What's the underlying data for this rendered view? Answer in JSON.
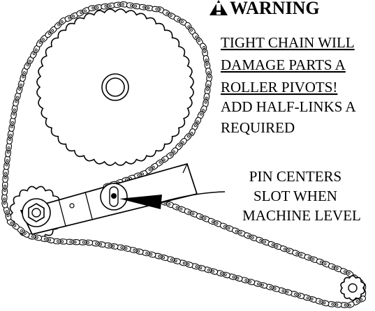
{
  "warning": {
    "heading": "WARNING",
    "icon": "warning-triangle-icon"
  },
  "notice": {
    "lines": [
      "TIGHT CHAIN WILL",
      "DAMAGE PARTS A",
      "ROLLER PIVOTS!",
      "ADD HALF-LINKS A",
      "REQUIRED"
    ],
    "underlined_line_count": 3
  },
  "callout": {
    "lines": [
      "PIN CENTERS",
      "SLOT WHEN",
      "MACHINE LEVEL"
    ]
  },
  "colors": {
    "ink": "#000000",
    "paper": "#ffffff"
  }
}
